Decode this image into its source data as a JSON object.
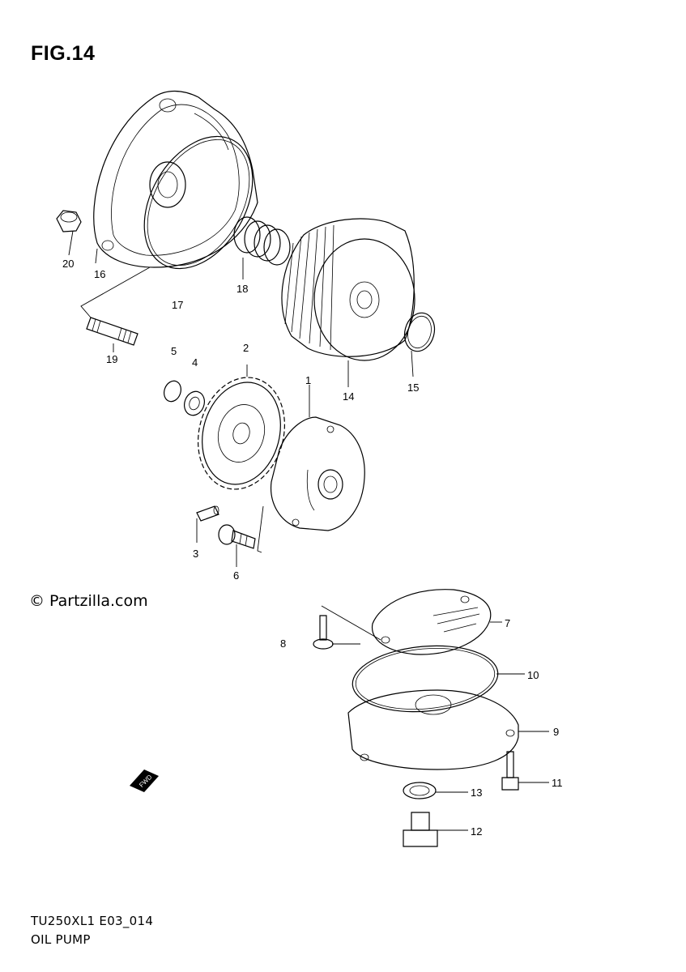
{
  "figure": {
    "title": "FIG.14",
    "copyright": "© Partzilla.com",
    "model_code": "TU250XL1 E03_014",
    "section_name": "OIL PUMP",
    "fwd_arrow_text": "FWD"
  },
  "parts": [
    {
      "id": "p1",
      "label": "1"
    },
    {
      "id": "p2",
      "label": "2"
    },
    {
      "id": "p3",
      "label": "3"
    },
    {
      "id": "p4",
      "label": "4"
    },
    {
      "id": "p5",
      "label": "5"
    },
    {
      "id": "p6",
      "label": "6"
    },
    {
      "id": "p7",
      "label": "7"
    },
    {
      "id": "p8",
      "label": "8"
    },
    {
      "id": "p9",
      "label": "9"
    },
    {
      "id": "p10",
      "label": "10"
    },
    {
      "id": "p11",
      "label": "11"
    },
    {
      "id": "p12",
      "label": "12"
    },
    {
      "id": "p13",
      "label": "13"
    },
    {
      "id": "p14",
      "label": "14"
    },
    {
      "id": "p15",
      "label": "15"
    },
    {
      "id": "p16",
      "label": "16"
    },
    {
      "id": "p17",
      "label": "17"
    },
    {
      "id": "p18",
      "label": "18"
    },
    {
      "id": "p19",
      "label": "19"
    },
    {
      "id": "p20",
      "label": "20"
    }
  ]
}
